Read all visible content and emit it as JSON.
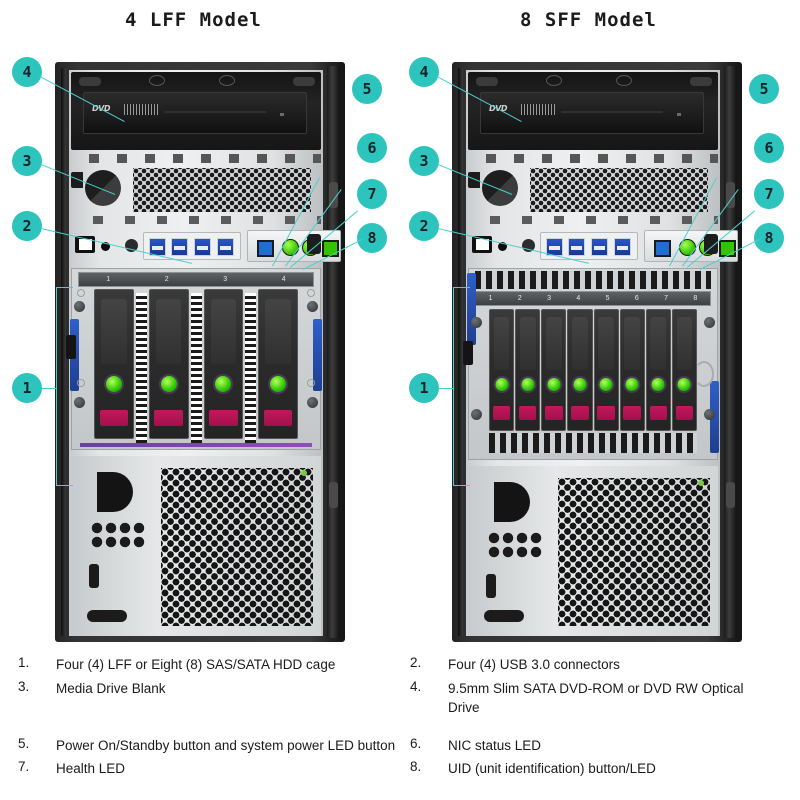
{
  "titles": {
    "lff": "4 LFF Model",
    "sff": "8 SFF Model"
  },
  "colors": {
    "callout_fill": "#2dc4bd",
    "leader_line": "#4bd0c9",
    "drive_handle": "#c2185b",
    "drive_led": "#27c400",
    "usb_port": "#2a56c4",
    "chassis_dark": "#2e2e2e",
    "chassis_silver": "#e3e5e6"
  },
  "callouts": {
    "lff": [
      {
        "number": "4",
        "name": "callout-4-optical-drive"
      },
      {
        "number": "3",
        "name": "callout-3-media-drive-blank"
      },
      {
        "number": "2",
        "name": "callout-2-usb-connectors"
      },
      {
        "number": "1",
        "name": "callout-1-hdd-cage"
      },
      {
        "number": "5",
        "name": "callout-5-power-button"
      },
      {
        "number": "6",
        "name": "callout-6-nic-status-led"
      },
      {
        "number": "7",
        "name": "callout-7-health-led"
      },
      {
        "number": "8",
        "name": "callout-8-uid-button"
      }
    ],
    "sff": [
      {
        "number": "4",
        "name": "callout-4-optical-drive"
      },
      {
        "number": "3",
        "name": "callout-3-media-drive-blank"
      },
      {
        "number": "2",
        "name": "callout-2-usb-connectors"
      },
      {
        "number": "1",
        "name": "callout-1-hdd-cage"
      },
      {
        "number": "5",
        "name": "callout-5-power-button"
      },
      {
        "number": "6",
        "name": "callout-6-nic-status-led"
      },
      {
        "number": "7",
        "name": "callout-7-health-led"
      },
      {
        "number": "8",
        "name": "callout-8-uid-button"
      }
    ]
  },
  "optical_drive": {
    "logo": "DVD"
  },
  "drive_bays": {
    "lff_labels": [
      "1",
      "2",
      "3",
      "4"
    ],
    "sff_labels": [
      "1",
      "2",
      "3",
      "4",
      "5",
      "6",
      "7",
      "8"
    ]
  },
  "legend": {
    "rows": [
      {
        "left": {
          "num": "1.",
          "text": "Four (4) LFF or Eight (8) SAS/SATA HDD cage"
        },
        "right": {
          "num": "2.",
          "text": "Four (4) USB 3.0 connectors"
        }
      },
      {
        "left": {
          "num": "3.",
          "text": "Media Drive Blank"
        },
        "right": {
          "num": "4.",
          "text": "9.5mm Slim SATA DVD-ROM or DVD RW Optical Drive"
        }
      },
      {
        "left": {
          "num": "5.",
          "text": "Power On/Standby button and system power LED button"
        },
        "right": {
          "num": "6.",
          "text": "NIC status LED"
        }
      },
      {
        "left": {
          "num": "7.",
          "text": "Health LED"
        },
        "right": {
          "num": "8.",
          "text": "UID (unit identification) button/LED"
        }
      }
    ]
  }
}
